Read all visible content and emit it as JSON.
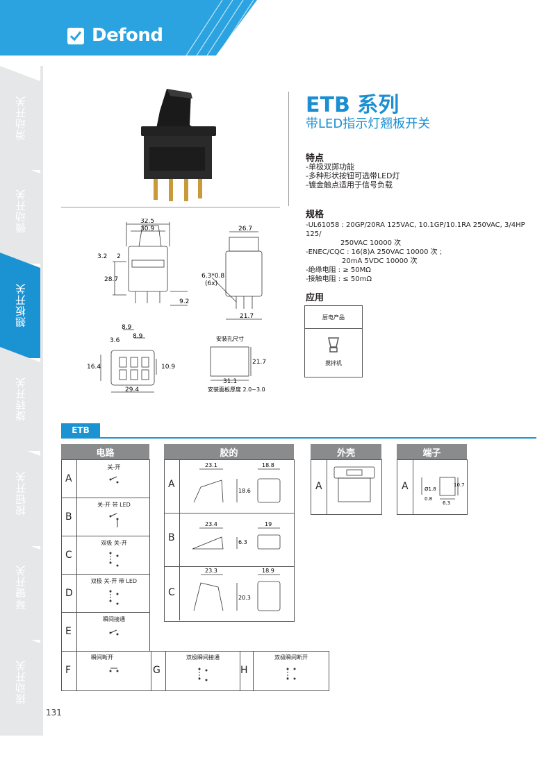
{
  "brand": {
    "logo_text": "Defond",
    "color": "#2aa3e0"
  },
  "sidebar": {
    "tabs": [
      {
        "label": "滑动开关"
      },
      {
        "label": "微动开关"
      },
      {
        "label": "翘板开关"
      },
      {
        "label": "旋转开关"
      },
      {
        "label": "按钮开关"
      },
      {
        "label": "琴键开关"
      },
      {
        "label": "拨动开关"
      }
    ]
  },
  "header": {
    "title": "ETB 系列",
    "subtitle": "带LED指示灯翘板开关"
  },
  "features": {
    "heading": "特点",
    "items": [
      "-单极双掷功能",
      "-多种形状按钮可选带LED灯",
      "-镀金触点适用于信号负载"
    ]
  },
  "specs": {
    "heading": "规格",
    "lines": [
      "-UL61058 : 20GP/20RA 125VAC, 10.1GP/10.1RA 250VAC, 3/4HP 125/",
      "250VAC 10000 次",
      "-ENEC/CQC : 16(8)A 250VAC 10000 次 ;",
      "20mA 5VDC 10000 次",
      "-绝缘电阻 : ≥ 50MΩ",
      "-接触电阻 : ≤ 50mΩ"
    ]
  },
  "application": {
    "heading": "应用",
    "category": "厨电产品",
    "item": "搅拌机"
  },
  "dims": {
    "d32_5": "32.5",
    "d30_9": "30.9",
    "d3_2": "3.2",
    "d2": "2",
    "d28_7": "28.7",
    "d9_2": "9.2",
    "d26_7": "26.7",
    "d6_3x0_8": "6.3*0.8",
    "d6x": "(6x)",
    "d21_7": "21.7",
    "d8_9a": "8.9",
    "d8_9b": "8.9",
    "d3_6": "3.6",
    "d16_4": "16.4",
    "d10_9": "10.9",
    "d29_4": "29.4",
    "panel_title": "安装孔尺寸",
    "panel_h": "21.7",
    "panel_w": "31.1",
    "panel_thk": "安装面板厚度 2.0~3.0"
  },
  "etb_tab": "ETB",
  "table_headers": {
    "circuit": "电路",
    "cap": "胶的",
    "housing": "外壳",
    "terminal": "端子"
  },
  "circuits": [
    {
      "letter": "A",
      "label": "关-开"
    },
    {
      "letter": "B",
      "label": "关-开 带 LED"
    },
    {
      "letter": "C",
      "label": "双极 关-开"
    },
    {
      "letter": "D",
      "label": "双极 关-开 带 LED"
    },
    {
      "letter": "E",
      "label": "瞬间接通"
    },
    {
      "letter": "F",
      "label": "瞬间断开"
    },
    {
      "letter": "G",
      "label": "双极瞬间接通"
    },
    {
      "letter": "H",
      "label": "双极瞬间断开"
    }
  ],
  "caps": [
    {
      "letter": "A",
      "w": "23.1",
      "h": "18.6",
      "side": "18.8"
    },
    {
      "letter": "B",
      "w": "23.4",
      "h": "6.3",
      "side": "19"
    },
    {
      "letter": "C",
      "w": "23.3",
      "h": "20.3",
      "side": "18.9"
    }
  ],
  "housing": {
    "letter": "A"
  },
  "terminal": {
    "letter": "A",
    "d1": "Ø1.8",
    "d2": "0.8",
    "d3": "6.3",
    "d4": "10.7"
  },
  "page_number": "131"
}
